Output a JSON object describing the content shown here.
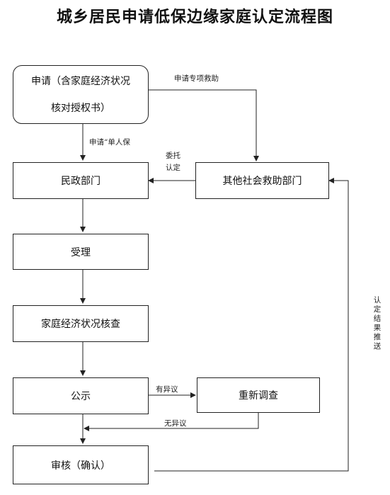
{
  "title": "城乡居民申请低保边缘家庭认定流程图",
  "nodes": {
    "apply_line1": "申请（含家庭经济状况",
    "apply_line2": "核对授权书）",
    "civil_affairs": "民政部门",
    "other_depts": "其他社会救助部门",
    "accept": "受理",
    "check": "家庭经济状况核查",
    "publicize": "公示",
    "reinvestigate": "重新调查",
    "review": "审核（确认）"
  },
  "edges": {
    "special_aid": "申请专项救助",
    "single_person": "申请“单人保",
    "entrust_1": "委托",
    "entrust_2": "认定",
    "objection": "有异议",
    "no_objection": "无异议",
    "push_result": "认定结果推送"
  }
}
